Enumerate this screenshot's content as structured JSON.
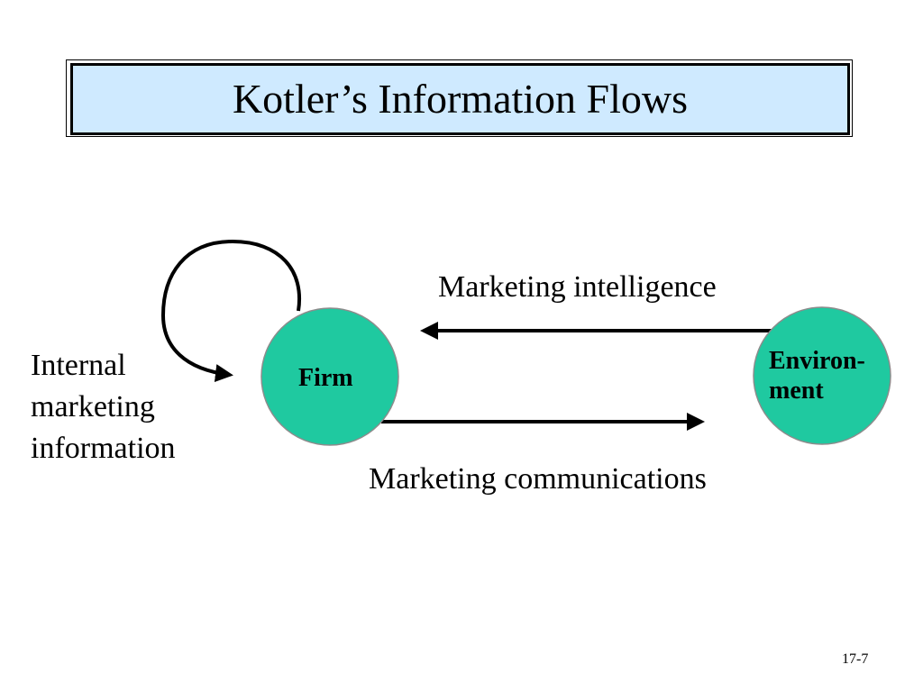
{
  "title": "Kotler’s Information Flows",
  "nodes": {
    "firm": "Firm",
    "environment": [
      "Environ-",
      "ment"
    ]
  },
  "flows": {
    "internal": [
      "Internal",
      "marketing",
      "information"
    ],
    "intelligence": "Marketing intelligence",
    "communications": "Marketing communications"
  },
  "colors": {
    "title_fill": "#cfeaff",
    "node_fill": "#1fc9a0",
    "node_stroke": "#8c8c8c",
    "arrow": "#000000"
  },
  "slide_number": "17-7"
}
